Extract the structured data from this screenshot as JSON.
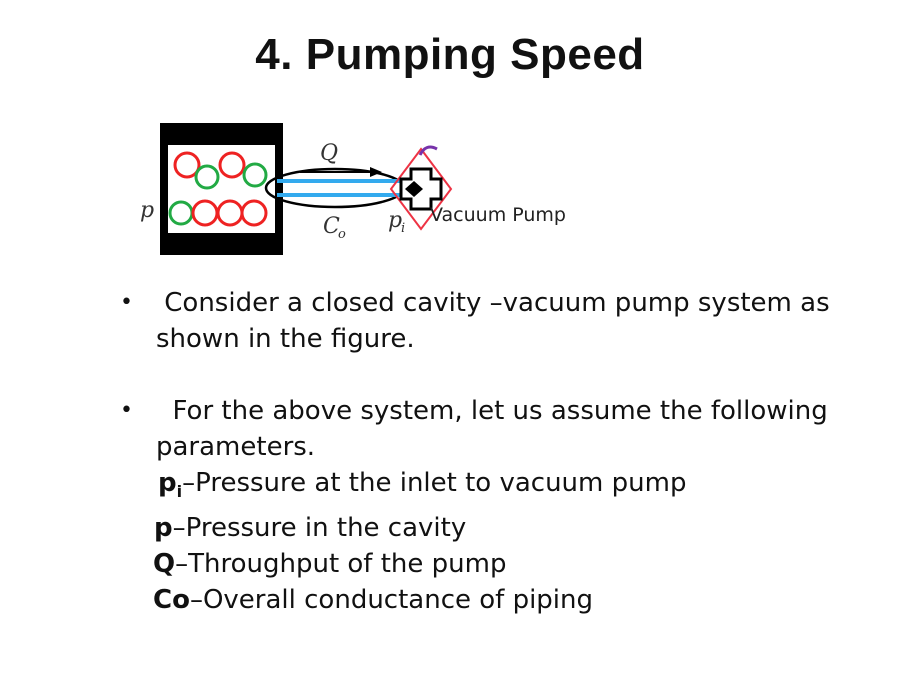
{
  "title": "4. Pumping Speed",
  "diagram": {
    "label_Q": "Q",
    "label_p": "p",
    "label_Co": "C",
    "label_Co_sub": "o",
    "label_pi": "p",
    "label_pi_sub": "i",
    "pump_label": "Vacuum Pump",
    "colors": {
      "green": "#22aa44",
      "red": "#ee2222",
      "pipe": "#33aaee",
      "pump_outline": "#ee3344",
      "arc": "#7733aa"
    }
  },
  "bullets": [
    {
      "symbol": "•",
      "text": " Consider a closed cavity –vacuum pump system as shown in the figure."
    },
    {
      "symbol": "•",
      "text": "  For the above system, let us assume the following parameters."
    }
  ],
  "params": [
    {
      "sym": "p",
      "sub": "i",
      "desc": "–Pressure at the inlet to vacuum pump"
    },
    {
      "sym": "p",
      "sub": "",
      "desc": "–Pressure in the cavity"
    },
    {
      "sym": "Q",
      "sub": "",
      "desc": "–Throughput of the pump"
    },
    {
      "sym": "Co",
      "sub": "",
      "desc": "–Overall conductance of piping"
    }
  ]
}
